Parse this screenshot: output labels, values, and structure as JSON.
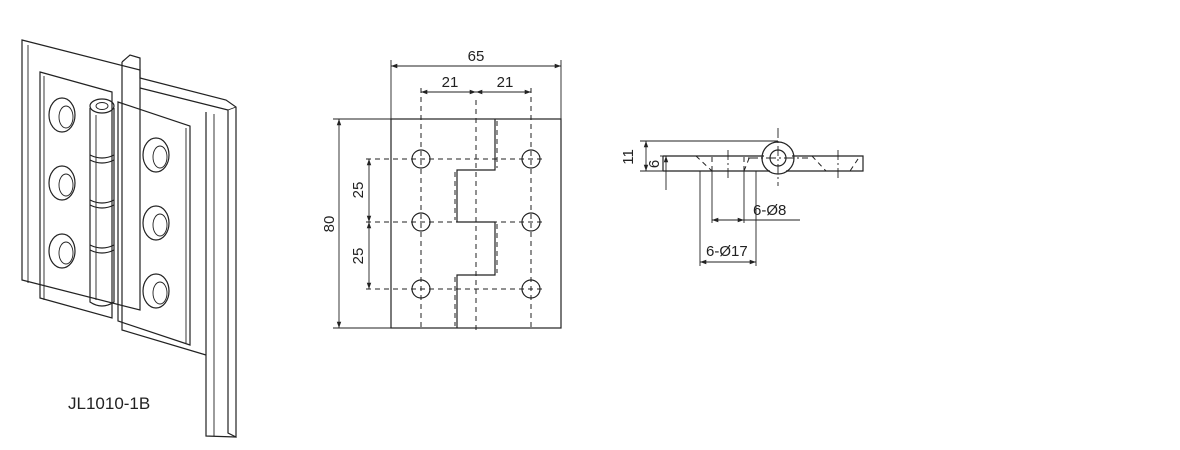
{
  "model_label": "JL1010-1B",
  "front_view": {
    "overall_width": "65",
    "hole_offset_left": "21",
    "hole_offset_right": "21",
    "overall_height": "80",
    "hole_pitch_upper": "25",
    "hole_pitch_lower": "25"
  },
  "side_view": {
    "overall_thickness": "11",
    "leaf_thickness": "6",
    "hole_diameter": "6-Ø8",
    "counterbore_diameter": "6-Ø17"
  }
}
